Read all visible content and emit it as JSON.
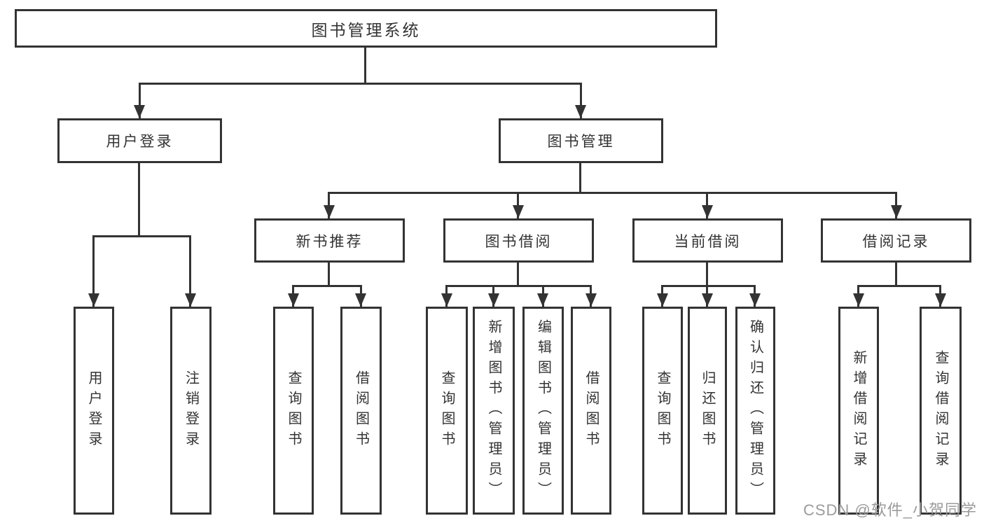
{
  "colors": {
    "line": "#333333",
    "box_border": "#333333",
    "text": "#333333",
    "background": "#ffffff",
    "watermark": "#9b9b9b"
  },
  "tree": {
    "root": {
      "label": "图书管理系统"
    },
    "children": [
      {
        "label": "用户登录",
        "children": [
          {
            "label": "用户登录"
          },
          {
            "label": "注销登录"
          }
        ]
      },
      {
        "label": "图书管理",
        "children": [
          {
            "label": "新书推荐",
            "children": [
              {
                "label": "查询图书"
              },
              {
                "label": "借阅图书"
              }
            ]
          },
          {
            "label": "图书借阅",
            "children": [
              {
                "label": "查询图书"
              },
              {
                "label": "新增图书（管理员）"
              },
              {
                "label": "编辑图书（管理员）"
              },
              {
                "label": "借阅图书"
              }
            ]
          },
          {
            "label": "当前借阅",
            "children": [
              {
                "label": "查询图书"
              },
              {
                "label": "归还图书"
              },
              {
                "label": "确认归还（管理员）"
              }
            ]
          },
          {
            "label": "借阅记录",
            "children": [
              {
                "label": "新增借阅记录"
              },
              {
                "label": "查询借阅记录"
              }
            ]
          }
        ]
      }
    ]
  },
  "watermark": {
    "text": "CSDN @软件_小贺同学"
  }
}
